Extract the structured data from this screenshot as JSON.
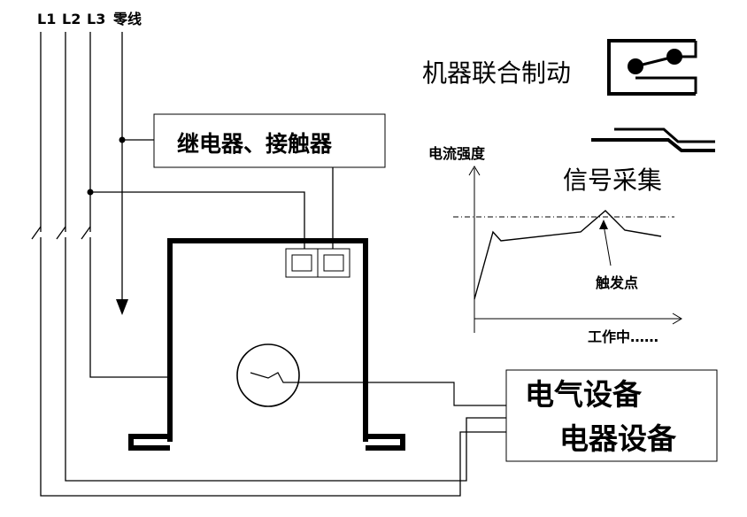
{
  "lines": {
    "l1": "L1",
    "l2": "L2",
    "l3": "L3",
    "neutral": "零线"
  },
  "relay_box": {
    "label": "继电器、接触器"
  },
  "device_box": {
    "line1": "电气设备",
    "line2": "电器设备"
  },
  "legend": {
    "linkage": "机器联合制动",
    "signal": "信号采集"
  },
  "chart": {
    "ylabel": "电流强度",
    "xlabel": "工作中……",
    "annotation": "触发点"
  },
  "colors": {
    "line": "#000000",
    "background": "#ffffff"
  }
}
